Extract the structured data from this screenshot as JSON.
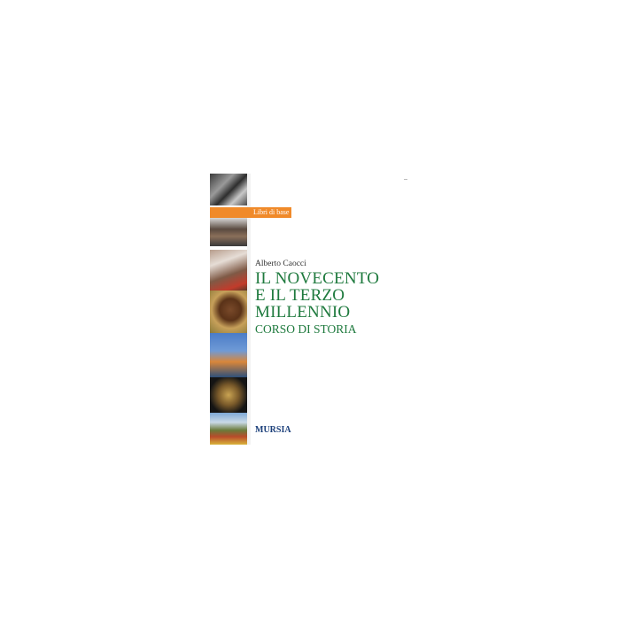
{
  "series_badge": "Libri di base",
  "author": "Alberto Caocci",
  "title_lines": [
    "IL NOVECENTO",
    "E IL TERZO",
    "MILLENNIO"
  ],
  "subtitle": "CORSO DI STORIA",
  "publisher": "MURSIA",
  "colors": {
    "title": "#1f7a3e",
    "badge": "#f08a2a",
    "publisher": "#1b3f7a"
  }
}
